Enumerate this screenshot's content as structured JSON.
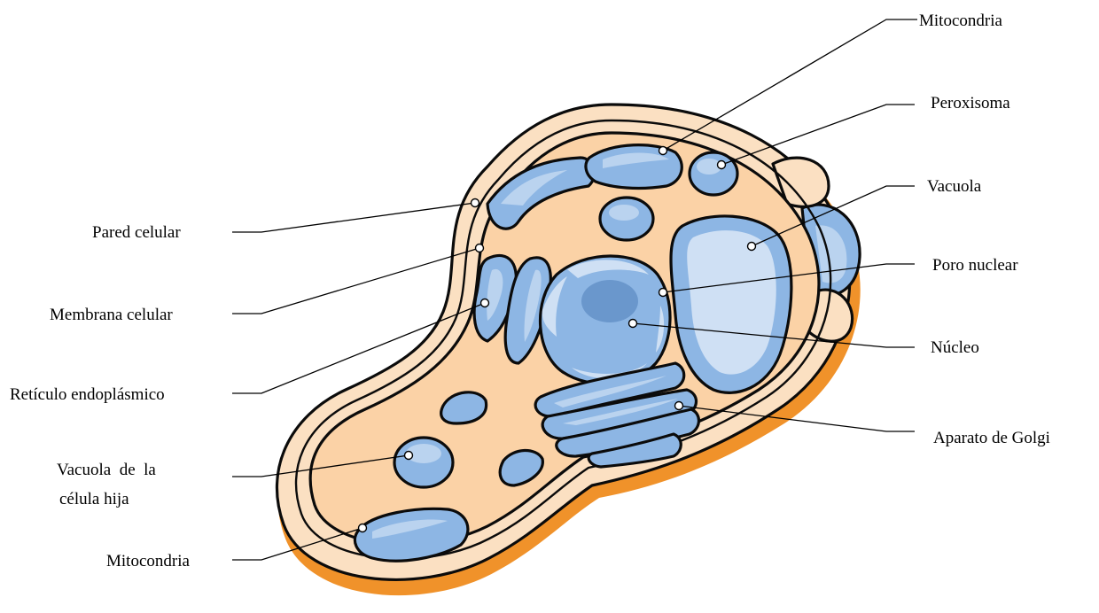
{
  "labels": {
    "mitocondria_top": "Mitocondria",
    "peroxisoma": "Peroxisoma",
    "vacuola": "Vacuola",
    "poro_nuclear": "Poro nuclear",
    "nucleo": "Núcleo",
    "aparato_golgi": "Aparato de Golgi",
    "pared_celular": "Pared celular",
    "membrana_celular": "Membrana celular",
    "reticulo": "Retículo endoplásmico",
    "vacuola_hija_line1": "Vacuola  de  la",
    "vacuola_hija_line2": "célula hija",
    "mitocondria_bottom": "Mitocondria"
  },
  "colors": {
    "cytoplasm": "#fbd2a6",
    "wall": "#fbe0c2",
    "wall_shadow": "#f0922a",
    "organelle": "#8db6e4",
    "organelle_light": "#cfe0f4",
    "outline": "#0b0b0b"
  }
}
